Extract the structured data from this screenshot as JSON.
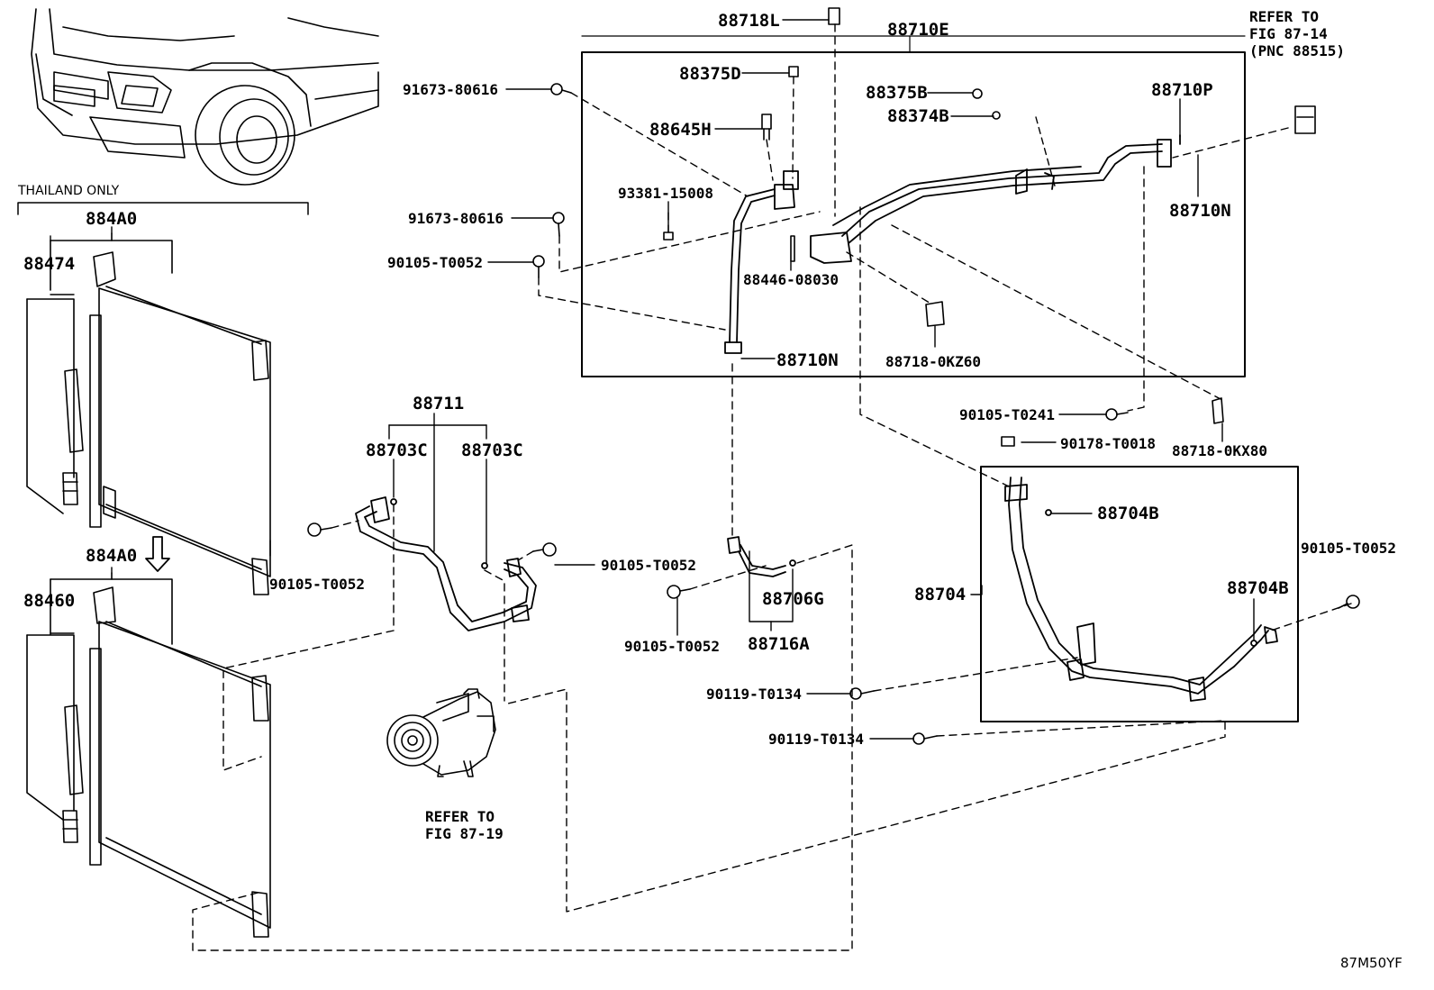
{
  "section_note": "THAILAND ONLY",
  "diagram_code": "87M50YF",
  "references": {
    "ref_fig_87_14": "REFER TO\nFIG 87-14\n(PNC 88515)",
    "ref_fig_87_19": "REFER TO\nFIG 87-19"
  },
  "part_labels": {
    "p88718L": "88718L",
    "p88710E": "88710E",
    "p88375D": "88375D",
    "p91673_a": "91673-80616",
    "p88645H": "88645H",
    "p93381": "93381-15008",
    "p91673_b": "91673-80616",
    "p90105_t0052_a": "90105-T0052",
    "p88446": "88446-08030",
    "p88710N_a": "88710N",
    "p88718_0KZ60": "88718-0KZ60",
    "p88375B": "88375B",
    "p88374B": "88374B",
    "p88710P": "88710P",
    "p88710N_b": "88710N",
    "p90105_t0241": "90105-T0241",
    "p88718_0KX80": "88718-0KX80",
    "p90178": "90178-T0018",
    "p88704B_a": "88704B",
    "p88704": "88704",
    "p90105_t0052_b": "90105-T0052",
    "p88704B_b": "88704B",
    "p90119_a": "90119-T0134",
    "p90119_b": "90119-T0134",
    "p884A0_a": "884A0",
    "p88474": "88474",
    "p884A0_b": "884A0",
    "p88460": "88460",
    "p88711": "88711",
    "p88703C_a": "88703C",
    "p88703C_b": "88703C",
    "p90105_t0052_c": "90105-T0052",
    "p90105_t0052_d": "90105-T0052",
    "p90105_t0052_e": "90105-T0052",
    "p88706G": "88706G",
    "p88716A": "88716A"
  }
}
